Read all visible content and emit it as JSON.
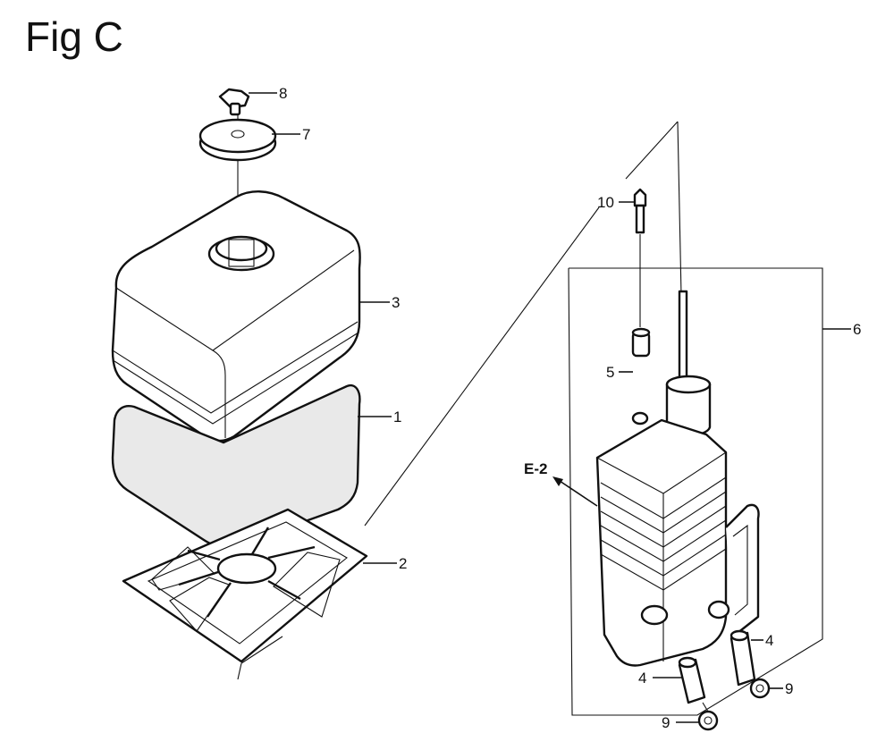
{
  "title": "Fig C",
  "callouts": [
    {
      "id": "p8",
      "label": "8"
    },
    {
      "id": "p7",
      "label": "7"
    },
    {
      "id": "p3",
      "label": "3"
    },
    {
      "id": "p1",
      "label": "1"
    },
    {
      "id": "p2",
      "label": "2"
    },
    {
      "id": "p10",
      "label": "10"
    },
    {
      "id": "p6",
      "label": "6"
    },
    {
      "id": "p5",
      "label": "5"
    },
    {
      "id": "e2",
      "label": "E-2"
    },
    {
      "id": "p4a",
      "label": "4"
    },
    {
      "id": "p4b",
      "label": "4"
    },
    {
      "id": "p9a",
      "label": "9"
    },
    {
      "id": "p9b",
      "label": "9"
    }
  ]
}
